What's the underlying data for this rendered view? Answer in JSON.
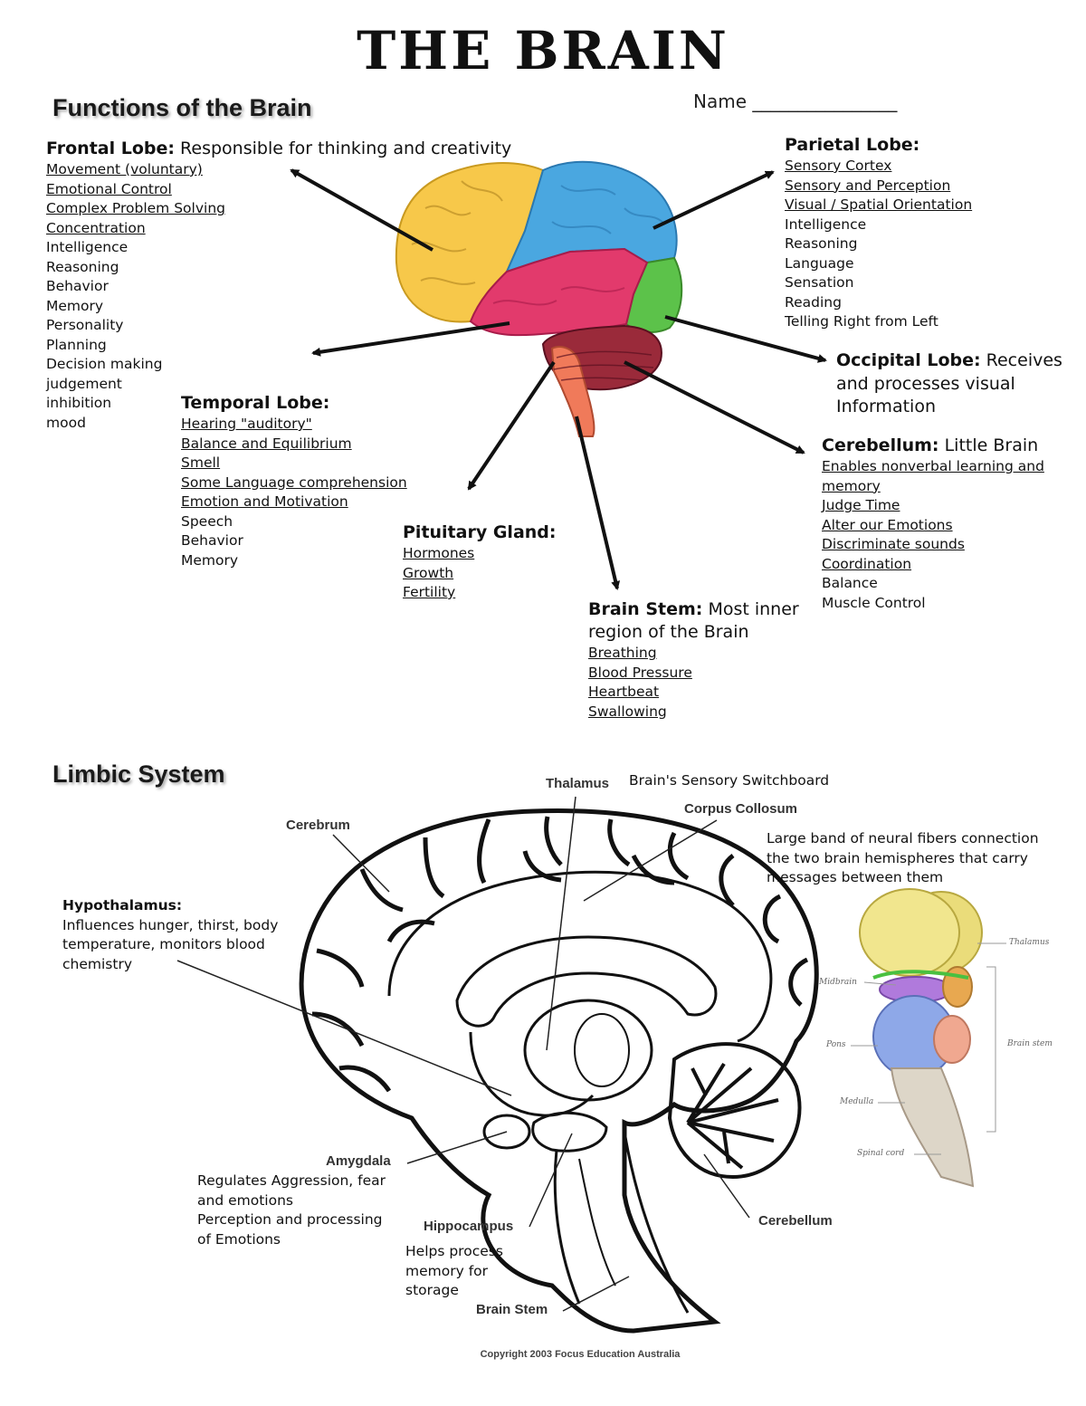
{
  "title": "THE BRAIN",
  "name_label": "Name ________________",
  "functions_heading": "Functions of the Brain",
  "frontal": {
    "head": "Frontal Lobe:",
    "desc": "Responsible for thinking and creativity",
    "items": [
      {
        "text": "Movement (voluntary)",
        "u": true
      },
      {
        "text": "Emotional Control",
        "u": true
      },
      {
        "text": "Complex Problem Solving",
        "u": true
      },
      {
        "text": "Concentration",
        "u": true
      },
      {
        "text": "Intelligence",
        "u": false
      },
      {
        "text": "Reasoning",
        "u": false
      },
      {
        "text": "Behavior",
        "u": false
      },
      {
        "text": "Memory",
        "u": false
      },
      {
        "text": "Personality",
        "u": false
      },
      {
        "text": "Planning",
        "u": false
      },
      {
        "text": "Decision making",
        "u": false
      },
      {
        "text": "judgement",
        "u": false
      },
      {
        "text": "inhibition",
        "u": false
      },
      {
        "text": "mood",
        "u": false
      }
    ]
  },
  "parietal": {
    "head": "Parietal Lobe:",
    "items": [
      {
        "text": "Sensory Cortex",
        "u": true
      },
      {
        "text": "Sensory and Perception",
        "u": true
      },
      {
        "text": "Visual / Spatial Orientation",
        "u": true
      },
      {
        "text": "Intelligence",
        "u": false
      },
      {
        "text": "Reasoning",
        "u": false
      },
      {
        "text": "Language",
        "u": false
      },
      {
        "text": "Sensation",
        "u": false
      },
      {
        "text": "Reading",
        "u": false
      },
      {
        "text": "Telling Right from Left",
        "u": false
      }
    ]
  },
  "occipital": {
    "head": "Occipital Lobe:",
    "desc_lines": [
      "Receives",
      "and processes visual",
      "Information"
    ]
  },
  "temporal": {
    "head": "Temporal Lobe:",
    "items": [
      {
        "text": "Hearing \"auditory\"",
        "u": true
      },
      {
        "text": "Balance and Equilibrium",
        "u": true
      },
      {
        "text": "Smell",
        "u": true
      },
      {
        "text": "Some Language comprehension",
        "u": true
      },
      {
        "text": "Emotion and Motivation",
        "u": true
      },
      {
        "text": "Speech",
        "u": false
      },
      {
        "text": "Behavior",
        "u": false
      },
      {
        "text": "Memory",
        "u": false
      }
    ]
  },
  "cerebellum": {
    "head": "Cerebellum:",
    "desc": "Little Brain",
    "items": [
      {
        "text": "Enables nonverbal learning and",
        "u": true
      },
      {
        "text": "memory",
        "u": true
      },
      {
        "text": "Judge Time",
        "u": true
      },
      {
        "text": "Alter our Emotions",
        "u": true
      },
      {
        "text": "Discriminate sounds",
        "u": true
      },
      {
        "text": "Coordination",
        "u": true
      },
      {
        "text": "Balance",
        "u": false
      },
      {
        "text": "Muscle Control",
        "u": false
      }
    ]
  },
  "pituitary": {
    "head": "Pituitary Gland:",
    "items": [
      {
        "text": "Hormones",
        "u": true
      },
      {
        "text": "Growth",
        "u": true
      },
      {
        "text": "Fertility",
        "u": true
      }
    ]
  },
  "brainstem": {
    "head": "Brain Stem:",
    "desc_lines": [
      "Most inner",
      "region of the Brain"
    ],
    "items": [
      {
        "text": "Breathing",
        "u": true
      },
      {
        "text": "Blood Pressure",
        "u": true
      },
      {
        "text": "Heartbeat",
        "u": true
      },
      {
        "text": "Swallowing",
        "u": true
      }
    ]
  },
  "limbic_heading": "Limbic System",
  "limbic": {
    "thalamus_label": "Thalamus",
    "thalamus_desc": "Brain's Sensory Switchboard",
    "corpus_label": "Corpus Collosum",
    "corpus_desc_lines": [
      "Large band of neural fibers connection",
      "the two brain hemispheres that carry",
      "messages between them"
    ],
    "cerebrum_label": "Cerebrum",
    "hypothalamus_head": "Hypothalamus:",
    "hypothalamus_lines": [
      "Influences hunger, thirst, body",
      "temperature, monitors blood",
      "chemistry"
    ],
    "amygdala_label": "Amygdala",
    "amygdala_lines": [
      "Regulates Aggression, fear",
      "and emotions",
      "Perception and processing",
      "of Emotions"
    ],
    "hippocampus_label": "Hippocampus",
    "hippocampus_lines": [
      "Helps process",
      "memory for",
      "storage"
    ],
    "brainstem_label": "Brain Stem",
    "cerebellum_label": "Cerebellum",
    "copyright": "Copyright 2003 Focus Education Australia"
  },
  "stem_figure": {
    "thalamus": "Thalamus",
    "midbrain": "Midbrain",
    "pons": "Pons",
    "medulla": "Medulla",
    "spinal_cord": "Spinal cord",
    "brain_stem": "Brain stem"
  },
  "colors": {
    "frontal": "#f7c84a",
    "parietal": "#4aa7e0",
    "temporal": "#e23a6c",
    "occipital": "#5cc24a",
    "cerebellum": "#9a2a3a",
    "stem": "#f07a5a"
  }
}
